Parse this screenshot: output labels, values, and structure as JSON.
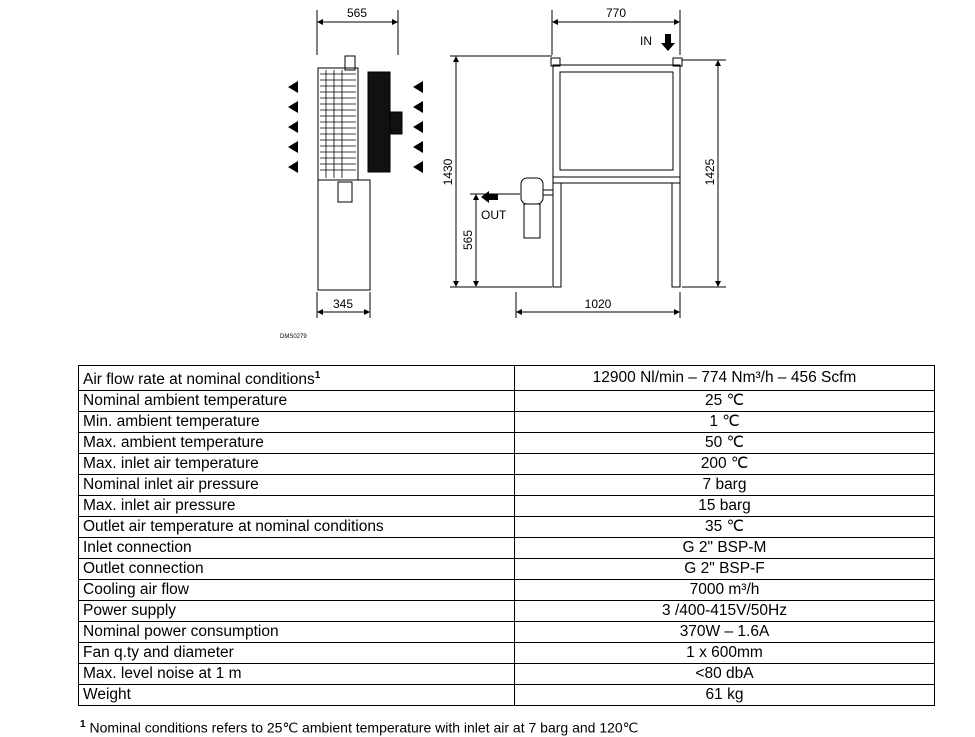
{
  "drawing": {
    "side_view": {
      "dim_top": "565",
      "dim_bottom": "345"
    },
    "front_view": {
      "dim_top": "770",
      "dim_bottom": "1020",
      "dim_left_height": "1430",
      "dim_lower_height": "565",
      "dim_right_height": "1425",
      "label_in": "IN",
      "label_out": "OUT"
    },
    "drawing_code": "DMS0279"
  },
  "specs": {
    "rows": [
      {
        "label": "Air flow rate at nominal conditions",
        "sup": "1",
        "value": "12900 Nl/min – 774 Nm³/h – 456 Scfm"
      },
      {
        "label": "Nominal ambient temperature",
        "value": "25 ℃"
      },
      {
        "label": "Min. ambient temperature",
        "value": "1 ℃"
      },
      {
        "label": "Max. ambient temperature",
        "value": "50 ℃"
      },
      {
        "label": "Max. inlet air temperature",
        "value": "200 ℃"
      },
      {
        "label": "Nominal inlet air pressure",
        "value": "7 barg"
      },
      {
        "label": "Max. inlet air pressure",
        "value": "15 barg"
      },
      {
        "label": "Outlet air temperature at nominal conditions",
        "value": "35 ℃"
      },
      {
        "label": "Inlet connection",
        "value": "G 2\" BSP-M"
      },
      {
        "label": "Outlet connection",
        "value": "G 2\" BSP-F"
      },
      {
        "label": "Cooling air flow",
        "value": "7000 m³/h"
      },
      {
        "label": "Power supply",
        "value": "3 /400-415V/50Hz"
      },
      {
        "label": "Nominal power consumption",
        "value": "370W – 1.6A"
      },
      {
        "label": "Fan q.ty and diameter",
        "value": "1 x 600mm"
      },
      {
        "label": "Max. level noise at 1 m",
        "value": "<80 dbA"
      },
      {
        "label": "Weight",
        "value": "61 kg"
      }
    ]
  },
  "footnote": {
    "marker": "1",
    "text": " Nominal conditions refers to 25℃ ambient temperature  with inlet air at 7 barg and 120℃"
  }
}
